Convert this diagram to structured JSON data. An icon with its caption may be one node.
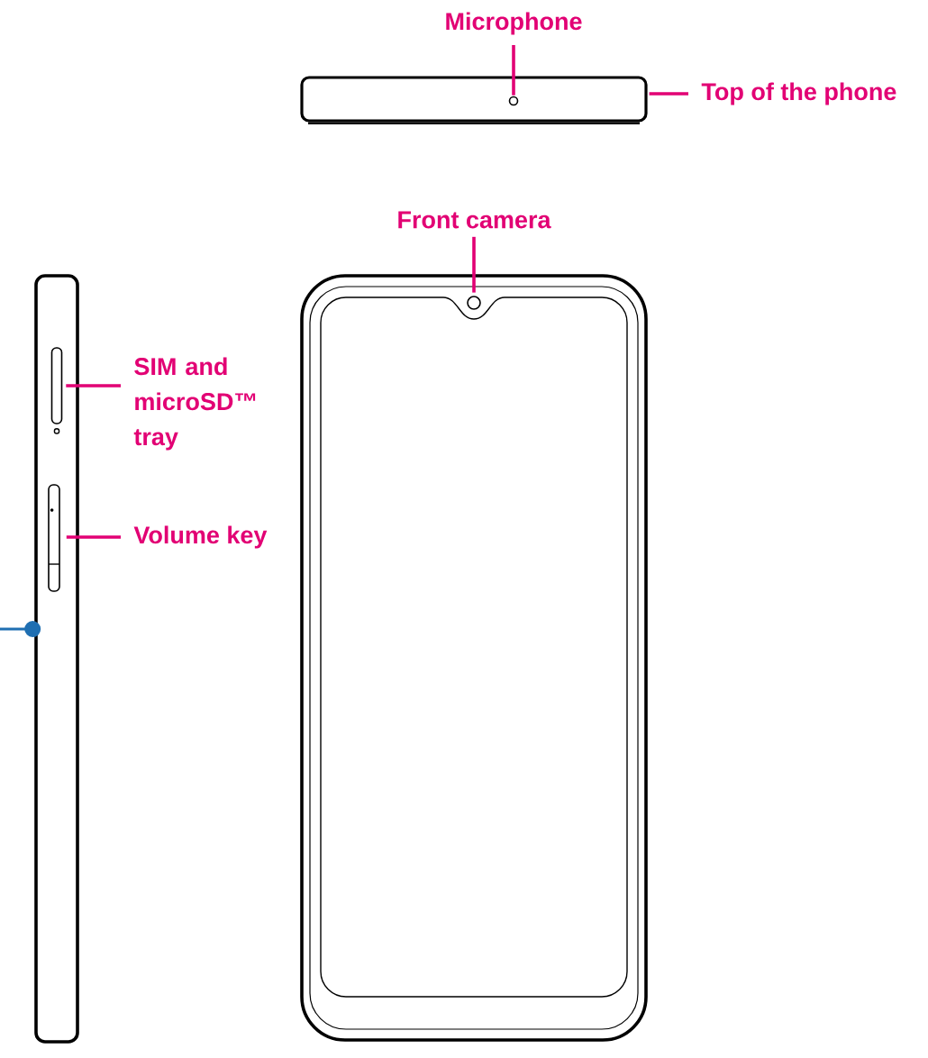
{
  "diagram": {
    "nodes": [
      {
        "text": [
          "Microphone"
        ]
      },
      {
        "text": [],
        "shape": "picture"
      },
      {
        "text": [],
        "shape": "circle",
        "in": 1
      },
      {
        "text": [
          "Top of the phone"
        ]
      },
      {
        "text": [
          "Front camera"
        ]
      },
      {
        "text": [],
        "shape": "picture"
      },
      {
        "text": [],
        "shape": "box",
        "in": 5
      },
      {
        "text": [
          "SIM and microSD™ tray"
        ]
      },
      {
        "text": [],
        "shape": "box",
        "in": 5
      },
      {
        "text": [
          "Volume key"
        ]
      },
      {
        "text": [],
        "shape": "picture"
      },
      {
        "text": [],
        "shape": "circle",
        "in": 10
      }
    ],
    "edges": [
      {
        "from": 0,
        "to": 2,
        "arrow": "none"
      },
      {
        "from": 3,
        "to": 1,
        "arrow": "none"
      },
      {
        "from": 4,
        "to": 11,
        "arrow": "none"
      },
      {
        "from": 7,
        "to": 6,
        "arrow": "none"
      },
      {
        "from": 9,
        "to": 8,
        "arrow": "none"
      },
      {
        "from": null,
        "to": 5,
        "arrow": "other",
        "color": "#1f6fb2"
      }
    ]
  }
}
